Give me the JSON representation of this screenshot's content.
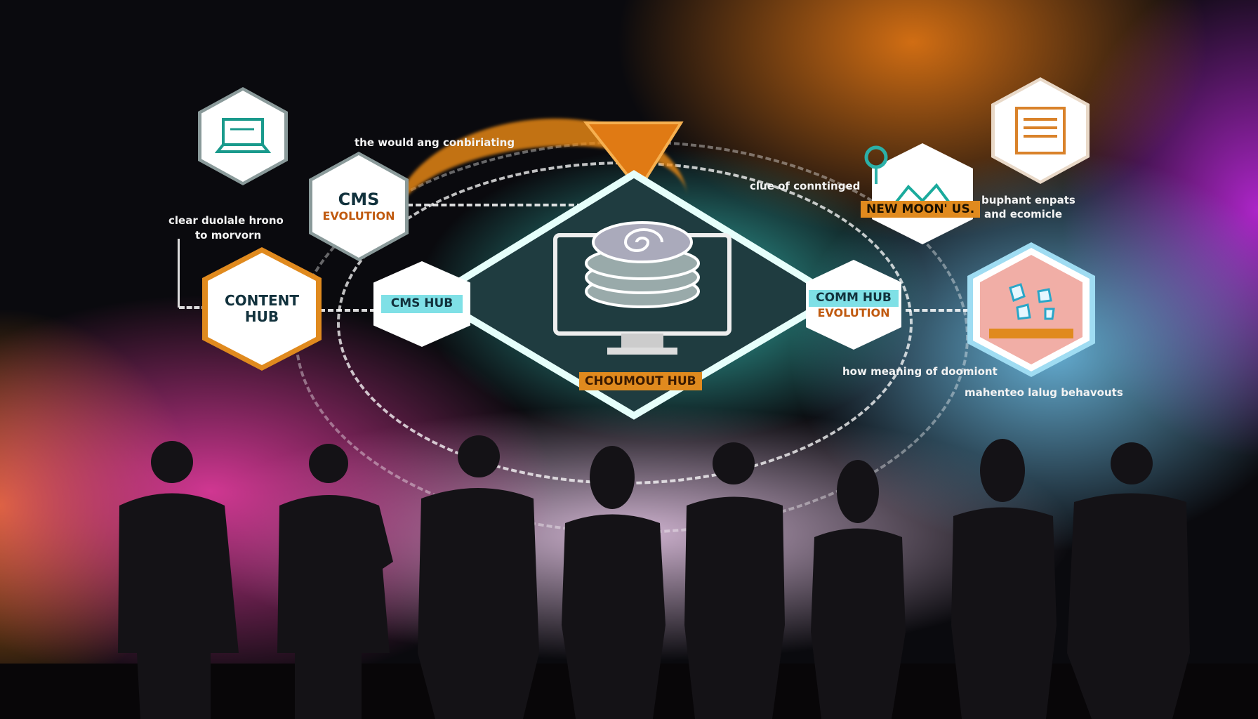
{
  "nodes": {
    "cms_evolution": {
      "line1": "CMS",
      "line2": "EVOLUTION"
    },
    "content_hub": {
      "line1": "CONTENT",
      "line2": "HUB"
    },
    "cms_hub": {
      "label": "CMS HUB"
    },
    "comm_hub": {
      "line1": "COMM HUB",
      "line2": "EVOLUTION"
    },
    "new_moon": {
      "label": "NEW MOON' US."
    },
    "center": {
      "label": "CHOUMOUT HUB"
    }
  },
  "notes": {
    "top": "the would ang conbiriating",
    "left_1": "clear duolale hrono",
    "left_2": "to morvorn",
    "right_top": "clue of conntinged",
    "right_1": "buphant enpats",
    "right_2": "and ecomicle",
    "bottom_1": "how meaning of doomiont",
    "bottom_2": "mahenteo lalug behavouts"
  },
  "colors": {
    "teal": "#1a9a8c",
    "orange": "#e08a1e",
    "navy": "#12323d"
  }
}
